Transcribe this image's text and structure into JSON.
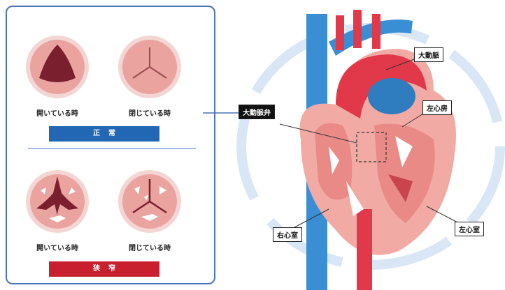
{
  "normal": {
    "open_label": "開いている時",
    "closed_label": "閉じている時",
    "banner": "正常"
  },
  "stenosis": {
    "open_label": "開いている時",
    "closed_label": "閉じている時",
    "banner": "狭窄"
  },
  "heart_labels": {
    "aortic_valve": "大動脈弁",
    "aorta": "大動脈",
    "left_atrium": "左心房",
    "right_ventricle": "右心室",
    "left_ventricle": "左心室"
  },
  "colors": {
    "panel_border": "#4a72b8",
    "normal_banner": "#2167b4",
    "stenosis_banner": "#c8202f",
    "valve_tissue": "#eaa39f",
    "valve_opening": "#7a1f2d",
    "vein_blue": "#3a8fd4",
    "artery_red": "#e2394a"
  }
}
